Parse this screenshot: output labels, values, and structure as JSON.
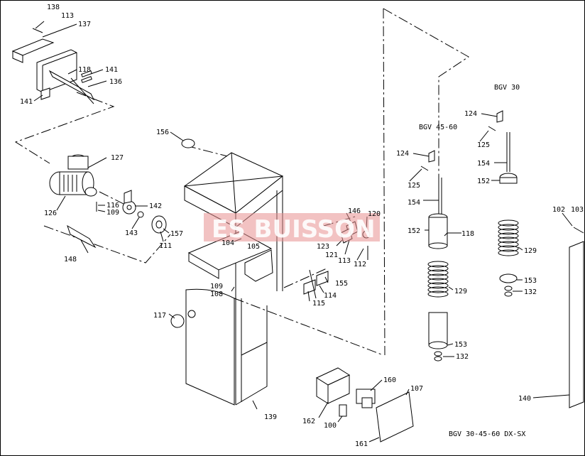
{
  "watermark": "ES BUISSON",
  "model_labels": {
    "bgv30": "BGV 30",
    "bgv4560": "BGV 45-60",
    "footer": "BGV 30-45-60 DX-SX"
  },
  "parts": {
    "p100": "100",
    "p102": "102",
    "p103": "103",
    "p104": "104",
    "p105": "105",
    "p107": "107",
    "p108": "108",
    "p109a": "109",
    "p109b": "109",
    "p111": "111",
    "p112": "112",
    "p113a": "113",
    "p113b": "113",
    "p114": "114",
    "p115": "115",
    "p116": "116",
    "p117": "117",
    "p118a": "118",
    "p118b": "118",
    "p120": "120",
    "p121": "121",
    "p123": "123",
    "p124a": "124",
    "p124b": "124",
    "p125a": "125",
    "p125b": "125",
    "p126": "126",
    "p127": "127",
    "p129a": "129",
    "p129b": "129",
    "p132a": "132",
    "p132b": "132",
    "p136": "136",
    "p137": "137",
    "p138": "138",
    "p139": "139",
    "p140": "140",
    "p141a": "141",
    "p141b": "141",
    "p142": "142",
    "p143": "143",
    "p146": "146",
    "p148": "148",
    "p152a": "152",
    "p152b": "152",
    "p153a": "153",
    "p153b": "153",
    "p154a": "154",
    "p154b": "154",
    "p155": "155",
    "p156": "156",
    "p157": "157",
    "p160": "160",
    "p161": "161",
    "p162": "162"
  }
}
